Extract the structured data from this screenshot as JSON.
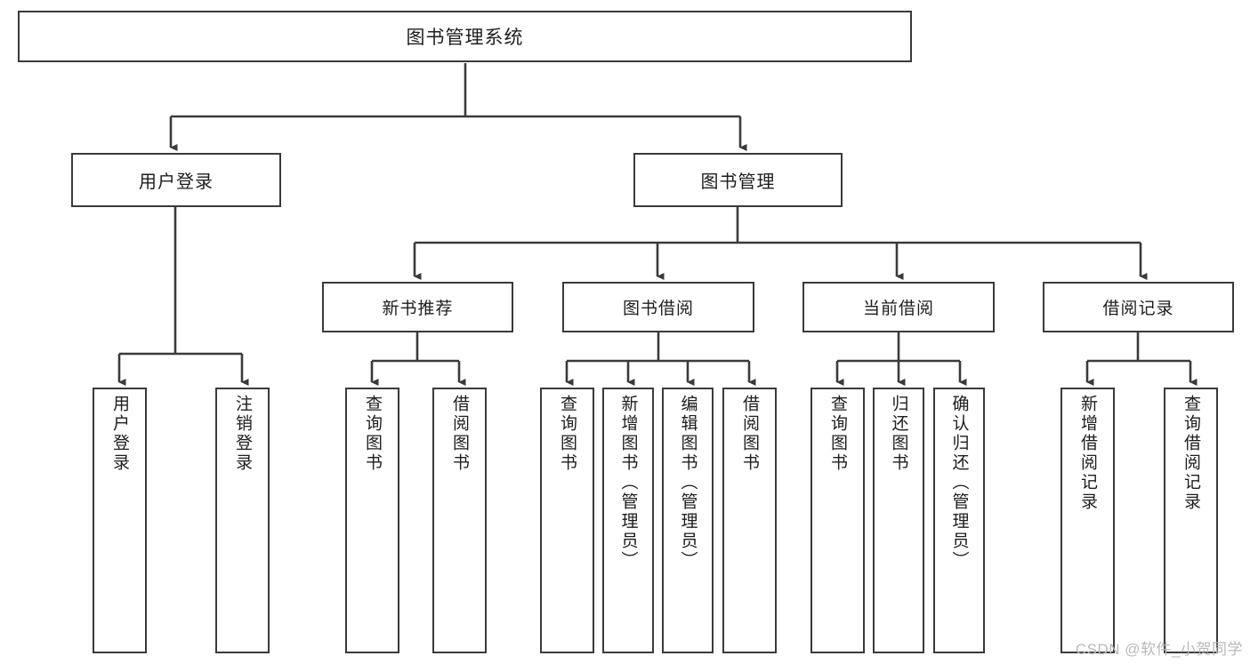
{
  "diagram": {
    "title": "图书管理系统",
    "type": "tree",
    "watermark": "CSDN @软件_小贺同学",
    "nodes": {
      "root": {
        "label": "图书管理系统"
      },
      "level2": [
        {
          "id": "user-login",
          "label": "用户登录"
        },
        {
          "id": "book-manage",
          "label": "图书管理"
        }
      ],
      "level3": [
        {
          "id": "new-book-rec",
          "label": "新书推荐"
        },
        {
          "id": "book-borrow",
          "label": "图书借阅"
        },
        {
          "id": "current-borrow",
          "label": "当前借阅"
        },
        {
          "id": "borrow-record",
          "label": "借阅记录"
        }
      ],
      "leaves": [
        {
          "id": "leaf-user-login",
          "label": "用户登录",
          "parent": "user-login"
        },
        {
          "id": "leaf-logout-login",
          "label": "注销登录",
          "parent": "user-login"
        },
        {
          "id": "leaf-query-book-1",
          "label": "查询图书",
          "parent": "new-book-rec"
        },
        {
          "id": "leaf-borrow-book-1",
          "label": "借阅图书",
          "parent": "new-book-rec"
        },
        {
          "id": "leaf-query-book-2",
          "label": "查询图书",
          "parent": "book-borrow"
        },
        {
          "id": "leaf-add-book",
          "label": "新增图书（管理员）",
          "parent": "book-borrow"
        },
        {
          "id": "leaf-edit-book",
          "label": "编辑图书（管理员）",
          "parent": "book-borrow"
        },
        {
          "id": "leaf-borrow-book-2",
          "label": "借阅图书",
          "parent": "book-borrow"
        },
        {
          "id": "leaf-query-book-3",
          "label": "查询图书",
          "parent": "current-borrow"
        },
        {
          "id": "leaf-return-book",
          "label": "归还图书",
          "parent": "current-borrow"
        },
        {
          "id": "leaf-confirm-return",
          "label": "确认归还（管理员）",
          "parent": "current-borrow"
        },
        {
          "id": "leaf-add-record",
          "label": "新增借阅记录",
          "parent": "borrow-record"
        },
        {
          "id": "leaf-query-record",
          "label": "查询借阅记录",
          "parent": "borrow-record"
        }
      ]
    },
    "colors": {
      "border": "#3a3a3a",
      "background": "#ffffff",
      "text": "#1d1d1d",
      "watermark": "#b9b9b9"
    }
  }
}
